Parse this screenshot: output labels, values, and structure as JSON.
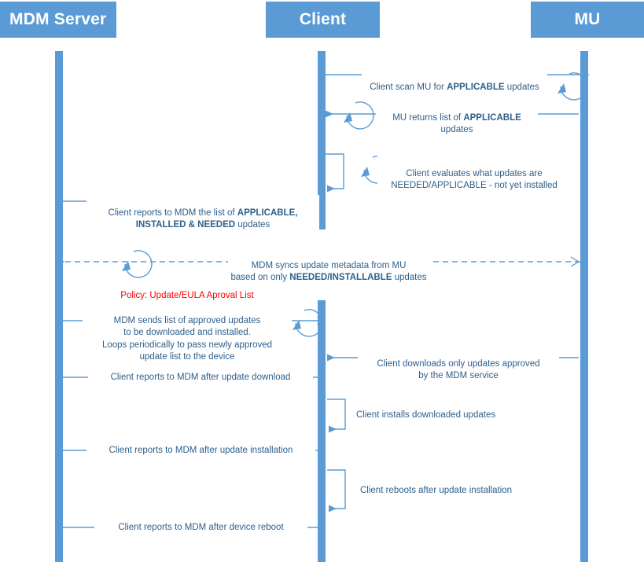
{
  "diagram": {
    "title_participants": [
      "MDM Server",
      "Client",
      "MU"
    ],
    "colors": {
      "participant_fill": "#5B9BD5",
      "lifeline": "#5B9BD5",
      "arrow": "#5B9BD5",
      "text": "#2E5F8A",
      "policy_text": "#FF0000",
      "background": "#FFFFFF"
    }
  },
  "participants": [
    {
      "id": "mdm",
      "label": "MDM Server"
    },
    {
      "id": "client",
      "label": "Client"
    },
    {
      "id": "mu",
      "label": "MU"
    }
  ],
  "messages": [
    {
      "id": "m1",
      "from": "client",
      "to": "mu",
      "style": "solid",
      "loop": true,
      "text": "Client scan MU for APPLICABLE updates",
      "parts": [
        {
          "t": "Client scan MU for ",
          "bold": false
        },
        {
          "t": "APPLICABLE",
          "bold": true
        },
        {
          "t": " updates",
          "bold": false
        }
      ]
    },
    {
      "id": "m2",
      "from": "mu",
      "to": "client",
      "style": "solid",
      "loop": true,
      "text": "MU returns list of APPLICABLE updates",
      "parts": [
        {
          "t": "MU returns list of ",
          "bold": false
        },
        {
          "t": "APPLICABLE",
          "bold": true
        },
        {
          "t": "\nupdates",
          "bold": false
        }
      ]
    },
    {
      "id": "m3",
      "from": "client",
      "to": "client",
      "style": "self",
      "loop": true,
      "text": "Client evaluates what updates are NEEDED/APPLICABLE - not yet installed",
      "parts": [
        {
          "t": "Client evaluates what updates are\nNEEDED/APPLICABLE - not yet installed",
          "bold": false
        }
      ]
    },
    {
      "id": "m4",
      "from": "client",
      "to": "mdm",
      "style": "solid",
      "loop": false,
      "text": "Client reports to MDM the list of APPLICABLE, INSTALLED & NEEDED updates",
      "parts": [
        {
          "t": "Client reports to MDM the list of ",
          "bold": false
        },
        {
          "t": "APPLICABLE,",
          "bold": true
        },
        {
          "t": "\n",
          "bold": false
        },
        {
          "t": "INSTALLED & NEEDED",
          "bold": true
        },
        {
          "t": " updates",
          "bold": false
        }
      ]
    },
    {
      "id": "m5",
      "from": "mu",
      "to": "mdm",
      "style": "dashed",
      "loop": true,
      "text": "MDM syncs update metadata from MU based on only NEEDED/INSTALLABLE updates",
      "parts": [
        {
          "t": "MDM syncs update metadata from MU\nbased on only ",
          "bold": false
        },
        {
          "t": "NEEDED/INSTALLABLE",
          "bold": true
        },
        {
          "t": " updates",
          "bold": false
        }
      ]
    },
    {
      "id": "m6",
      "from": "mdm",
      "to": "client",
      "style": "solid-open",
      "loop": true,
      "policy_note": "Policy: Update/EULA Aproval List",
      "text": "MDM sends list of approved updates to be downloaded and installed. Loops periodically to pass newly approved update list to the device",
      "parts": [
        {
          "t": "MDM sends list of approved updates\nto be downloaded and installed.\nLoops periodically to pass newly approved\nupdate list to the device",
          "bold": false
        }
      ]
    },
    {
      "id": "m7",
      "from": "mu",
      "to": "client",
      "style": "solid",
      "loop": false,
      "text": "Client downloads only updates approved by the MDM service",
      "parts": [
        {
          "t": "Client downloads only updates approved\nby the MDM service",
          "bold": false
        }
      ]
    },
    {
      "id": "m8",
      "from": "client",
      "to": "mdm",
      "style": "solid",
      "loop": false,
      "text": "Client reports to MDM after update download",
      "parts": [
        {
          "t": "Client reports to MDM after update download",
          "bold": false
        }
      ]
    },
    {
      "id": "m9",
      "from": "client",
      "to": "client",
      "style": "self",
      "loop": false,
      "text": "Client installs downloaded updates",
      "parts": [
        {
          "t": "Client installs downloaded updates",
          "bold": false
        }
      ]
    },
    {
      "id": "m10",
      "from": "client",
      "to": "mdm",
      "style": "solid",
      "loop": false,
      "text": "Client reports to MDM after update installation",
      "parts": [
        {
          "t": "Client reports to MDM after update installation",
          "bold": false
        }
      ]
    },
    {
      "id": "m11",
      "from": "client",
      "to": "client",
      "style": "self",
      "loop": false,
      "text": "Client reboots after update installation",
      "parts": [
        {
          "t": "Client reboots after update installation",
          "bold": false
        }
      ]
    },
    {
      "id": "m12",
      "from": "client",
      "to": "mdm",
      "style": "solid",
      "loop": false,
      "text": "Client reports to MDM after device reboot",
      "parts": [
        {
          "t": "Client reports to MDM after device reboot",
          "bold": false
        }
      ]
    }
  ],
  "labels": {
    "m1": "Client scan MU for APPLICABLE updates",
    "m2": "MU returns list of APPLICABLE\nupdates",
    "m3": "Client evaluates what updates are\nNEEDED/APPLICABLE - not yet installed",
    "m4": "Client reports to MDM the list of APPLICABLE,\nINSTALLED & NEEDED updates",
    "m5": "MDM syncs update metadata from MU\nbased on only NEEDED/INSTALLABLE updates",
    "m6_policy": "Policy: Update/EULA Aproval List",
    "m6": "MDM sends list of approved updates\nto be downloaded and installed.\nLoops periodically to pass newly approved\nupdate list to the device",
    "m7": "Client downloads only updates approved\nby the MDM service",
    "m8": "Client reports to MDM after update download",
    "m9": "Client installs downloaded updates",
    "m10": "Client reports to MDM after update installation",
    "m11": "Client reboots after update installation",
    "m12": "Client reports to MDM after device reboot"
  }
}
